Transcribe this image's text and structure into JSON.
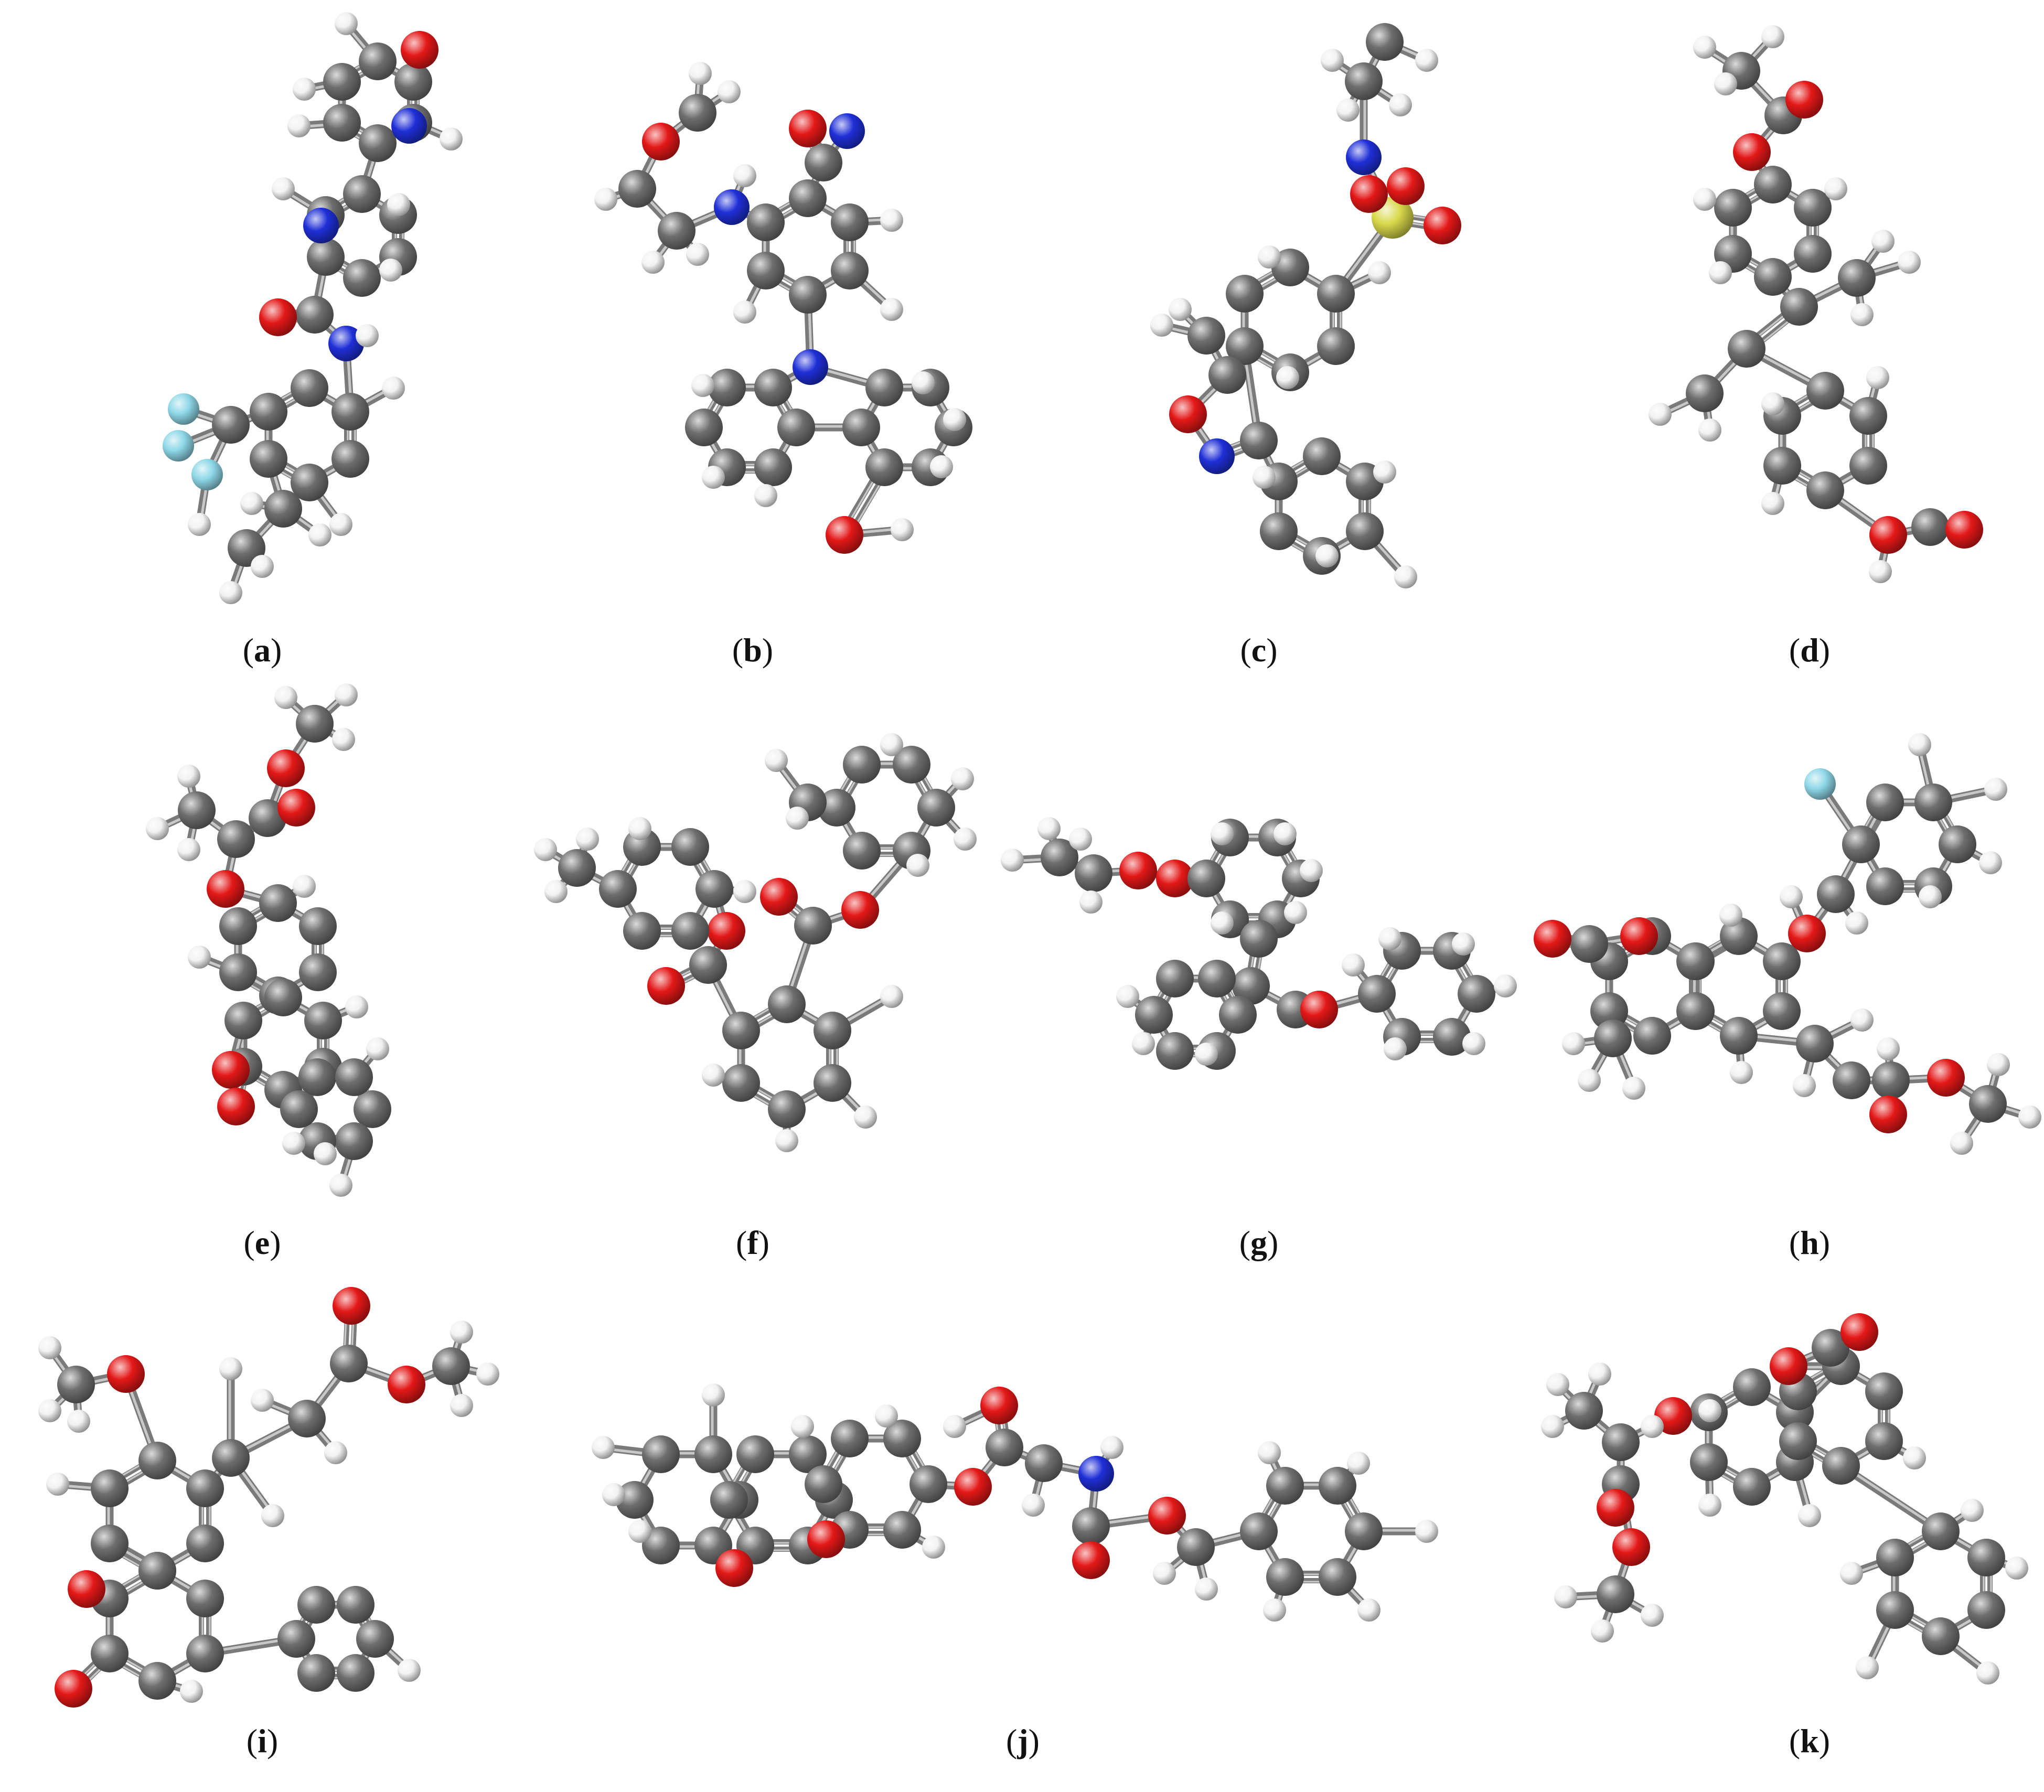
{
  "figure": {
    "panels": [
      {
        "id": "a",
        "label": "a"
      },
      {
        "id": "b",
        "label": "b"
      },
      {
        "id": "c",
        "label": "c"
      },
      {
        "id": "d",
        "label": "d"
      },
      {
        "id": "e",
        "label": "e"
      },
      {
        "id": "f",
        "label": "f"
      },
      {
        "id": "g",
        "label": "g"
      },
      {
        "id": "h",
        "label": "h"
      },
      {
        "id": "i",
        "label": "i"
      },
      {
        "id": "j",
        "label": "j"
      },
      {
        "id": "k",
        "label": "k"
      }
    ],
    "atom_colors": {
      "C": "#6e6e6e",
      "H": "#f2f2f2",
      "O": "#e31818",
      "N": "#1f2fd6",
      "F": "#8fd8e8",
      "S": "#d8d84a"
    },
    "atom_icons": {
      "C": "carbon-atom-icon",
      "H": "hydrogen-atom-icon",
      "O": "oxygen-atom-icon",
      "N": "nitrogen-atom-icon",
      "F": "fluorine-atom-icon",
      "S": "sulfur-atom-icon"
    }
  }
}
